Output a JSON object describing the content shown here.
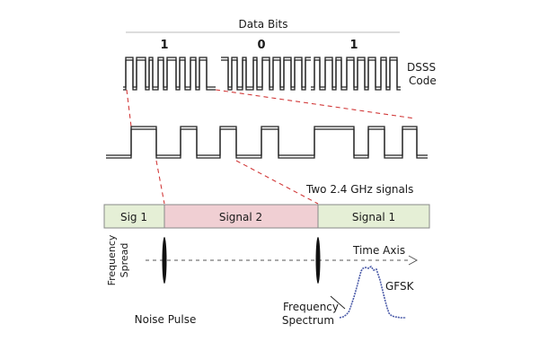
{
  "title": "Data Bits",
  "bits": [
    "1",
    "0",
    "1"
  ],
  "dsss_label": [
    "DSSS",
    "Code"
  ],
  "two_signals_label": "Two 2.4 GHz signals",
  "segments": [
    {
      "label": "Sig 1",
      "color": "#e5efd6"
    },
    {
      "label": "Signal 2",
      "color": "#f0cfd3"
    },
    {
      "label": "Signal 1",
      "color": "#e5efd6"
    }
  ],
  "frequency_spread_label": [
    "Frequency",
    "Spread"
  ],
  "time_axis_label": "Time Axis",
  "gfsk_label": "GFSK",
  "noise_pulse_label": "Noise Pulse",
  "frequency_spectrum_label": [
    "Frequency",
    "Spectrum"
  ],
  "colors": {
    "dashed_connector": "#d23a3a",
    "spectrum_trace": "#4a5aa8"
  }
}
